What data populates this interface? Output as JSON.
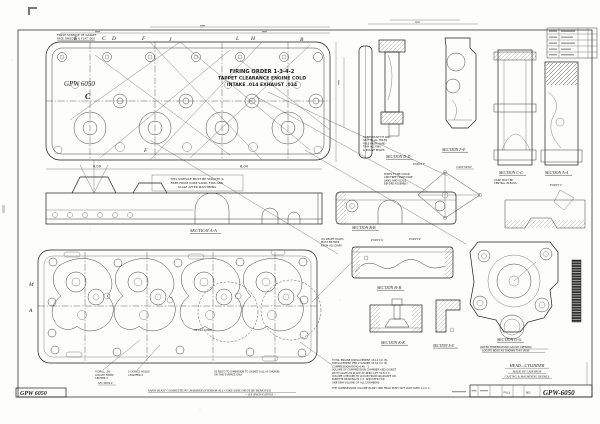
{
  "page": {
    "corner_label": "GPW 6050",
    "section_z_label": "SECTION Z",
    "bottom_note_1": "SAND BLAST COMBUSTION CHAMBER INTERIOR ALL CORE SAND MUST BE REMOVED",
    "bottom_note_2": "— SEE SPECIFICATIONS —"
  },
  "plan": {
    "cast_number": "GPW 6050",
    "firing_line1": "FIRING ORDER  1-3-4-2",
    "firing_line2": "TAPPET CLEARANCE ENGINE COLD",
    "firing_line3": "INTAKE .014    EXHAUST .014",
    "note_tl_1": "FINISH SURFACE OF GASKET",
    "note_tl_2": "FACE SMOOTH & FLAT .005",
    "boxed_note_1": "THIS SURFACE MUST BE SMOOTH &",
    "boxed_note_2": "FREE FROM CORE SAND, FINS AND",
    "boxed_note_3": "SCALE AFTER MACHINING",
    "letters": {
      "e": "E",
      "c": "C",
      "d": "D",
      "f": "F",
      "j": "J",
      "l": "L",
      "h": "H",
      "c2": "C",
      "b": "B",
      "f2": "F",
      "m": "M",
      "a": "A"
    }
  },
  "dims": {
    "d1": "6.09",
    "d2": "6.04",
    "core": ".44 DIA CORE"
  },
  "sections": {
    "aa_main": "SECTION A-A",
    "aa_right": "SECTION A-A",
    "bb": "SECTION B-B",
    "cc": "SECTION C-C",
    "dd": "SECTION D-D",
    "ee": "SECTION E-E",
    "ff": "SECTION F-F",
    "gg": "SECTION G-G",
    "hh": "SECTION H-H",
    "kk": "SECTION K-K"
  },
  "points": {
    "x": "POINT X",
    "y": "POINT Y",
    "p": "POINT P",
    "t": "POINT T",
    "cast_spot": "CAST SPOT"
  },
  "dd_note": {
    "l1": "CORES MUST FIT AND",
    "l2": "SEAT IN ALL HOLES",
    "l3": "FREE FROM SAND",
    "l4": "TRIM ALL FINS",
    "l5": "& ROUGH EDGES"
  },
  "bb_note": {
    "l1": "PORTS TO BE CLEAN",
    "l2": "AND FREE FROM CORE",
    "l3": "SAND AND SCALE",
    "l4": "BEFORE ASSEMBLY"
  },
  "hh_note": {
    "l1": "OIL RELIEF HOLES",
    "l2": "MUST BE FREE",
    "l3": "FROM ALL CHIPS"
  },
  "cc_note": {
    "l1": "CORE MUST BE",
    "l2": "CENTRAL IN BOSS"
  },
  "gg_caption": {
    "l1": "WATER TEMPERATURE GAUGE OPENING",
    "l2": "LOCATE BOSS AS SHOWN THIS VIEW"
  },
  "callouts": {
    "c1_1": "4 DRILL .38",
    "c1_2": "LOCATE FROM",
    "c1_3": "CENTER V",
    "c2_1": "5 DOWEL HOLES",
    "c2_2": "CHAMFER 2",
    "r_1": "AS REQ'D TO DIMENSION TO GASKET (ALL AS SHOWN)",
    "r_2": "ON THIS SURFACE ONLY"
  },
  "notes_block": {
    "lines": [
      "TOTAL ENGINE DISPLACEMENT 134.2 CU. IN.",
      "DISPLACEMENT PER CYLINDER 33.55 CU. IN.",
      "COMPRESSION RATIO 6.48 - 1",
      "VOLUME OF COMPRESSION CHAMBER AND GASKET",
      "WITH VALVES IN PLACE AT ZERO LIFT 51.8 C.C.",
      "VOLUME CHECKED BY LIQUID FROM GRADUATE OR",
      "BURETTE READING IN C.C. ADJUSTED FOR",
      "UNIFORM VOLUME OF ALL CHAMBERS",
      "THE COMPRESSION VOLUME IN ANY ONE HEAD MUST NOT VARY OVER 1.2 C.C."
    ]
  },
  "title_block": {
    "line1": "HEAD—CYLINDER",
    "line2": "MADE OF CAST IRON",
    "line3": "CASTING & MACHINING DETAILS",
    "scale_value": "FULL",
    "no_label": "NO.",
    "number": "GPW-6050"
  }
}
